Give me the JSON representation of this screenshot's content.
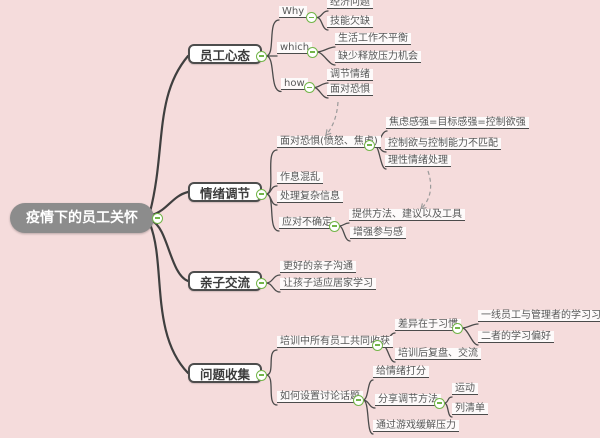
{
  "canvas": {
    "background_color": "#f5dcdc",
    "root_fill": "#8c8c8c",
    "line_color": "#3f3f3f",
    "collapse_icon_color": "#72b548",
    "relationship_color": "#9a9a9a"
  },
  "mindmap": {
    "root": {
      "label": "疫情下的员工关怀"
    },
    "branches": [
      {
        "label": "员工心态",
        "children": [
          {
            "label": "Why",
            "children": [
              {
                "label": "经济问题"
              },
              {
                "label": "技能欠缺"
              }
            ]
          },
          {
            "label": "which",
            "children": [
              {
                "label": "生活工作不平衡"
              },
              {
                "label": "缺少释放压力机会"
              }
            ]
          },
          {
            "label": "how",
            "children": [
              {
                "label": "调节情绪"
              },
              {
                "label": "面对恐惧"
              }
            ]
          }
        ]
      },
      {
        "label": "情绪调节",
        "children": [
          {
            "label": "面对恐惧(愤怒、焦虑)",
            "children": [
              {
                "label": "焦虑感强=目标感强=控制欲强"
              },
              {
                "label": "控制欲与控制能力不匹配"
              },
              {
                "label": "理性情绪处理"
              }
            ]
          },
          {
            "label": "作息混乱"
          },
          {
            "label": "处理复杂信息"
          },
          {
            "label": "应对不确定",
            "children": [
              {
                "label": "提供方法、建议以及工具"
              },
              {
                "label": "增强参与感"
              }
            ]
          }
        ]
      },
      {
        "label": "亲子交流",
        "children": [
          {
            "label": "更好的亲子沟通"
          },
          {
            "label": "让孩子适应居家学习"
          }
        ]
      },
      {
        "label": "问题收集",
        "children": [
          {
            "label": "培训中所有员工共同收获",
            "children": [
              {
                "label": "差异在于习惯",
                "children": [
                  {
                    "label": "一线员工与管理者的学习习惯"
                  },
                  {
                    "label": "二者的学习偏好"
                  }
                ]
              },
              {
                "label": "培训后复盘、交流"
              }
            ]
          },
          {
            "label": "如何设置讨论话题",
            "children": [
              {
                "label": "给情绪打分"
              },
              {
                "label": "分享调节方法",
                "children": [
                  {
                    "label": "运动"
                  },
                  {
                    "label": "列清单"
                  }
                ]
              },
              {
                "label": "通过游戏缓解压力"
              }
            ]
          }
        ]
      }
    ],
    "relationships": [
      {
        "from": "面对恐惧",
        "to": "面对恐惧(愤怒、焦虑)",
        "style": "dashed-arrow"
      },
      {
        "from": "理性情绪处理",
        "to": "提供方法、建议以及工具",
        "style": "dashed-arrow"
      }
    ]
  }
}
